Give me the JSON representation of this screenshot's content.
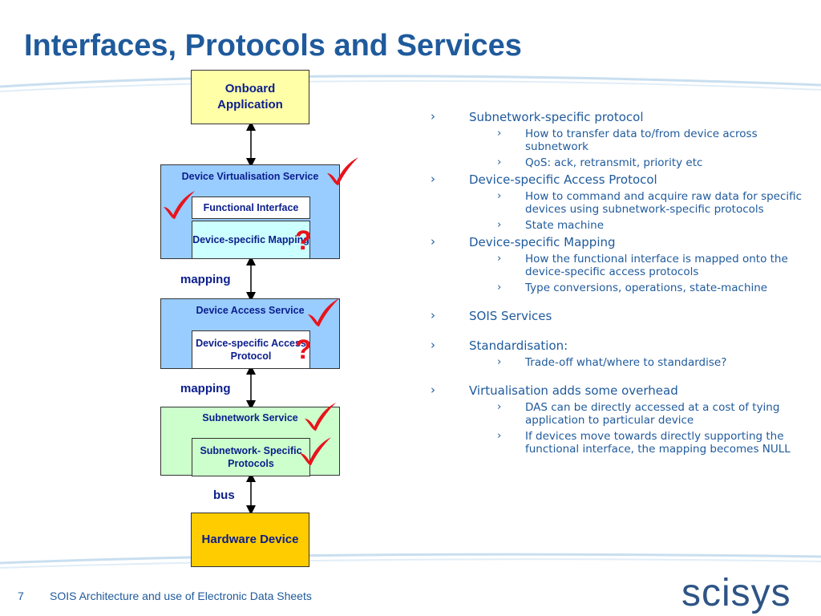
{
  "title": "Interfaces, Protocols and Services",
  "colors": {
    "title": "#1f5a9c",
    "diagram_text": "#0b1e8c",
    "service_blue": "#99ccff",
    "service_green": "#ccffcc",
    "onboard_yellow": "#ffffa8",
    "hardware_gold": "#ffcc00",
    "inner_cyan": "#ccffff",
    "check_red": "#e8131b"
  },
  "diagram": {
    "onboard_application": "Onboard Application",
    "device_virtualisation_service": {
      "title": "Device Virtualisation Service",
      "functional_interface": "Functional Interface",
      "device_specific_mapping": "Device-specific Mapping"
    },
    "mapping_label_1": "mapping",
    "device_access_service": {
      "title": "Device Access Service",
      "device_specific_access_protocol": "Device-specific Access Protocol"
    },
    "mapping_label_2": "mapping",
    "subnetwork_service": {
      "title": "Subnetwork Service",
      "subnetwork_specific_protocols": "Subnetwork- Specific Protocols"
    },
    "bus_label": "bus",
    "hardware_device": "Hardware Device",
    "question_mark": "?",
    "icons": [
      "check-mark-icon",
      "question-mark-icon",
      "arrow-up-down-icon"
    ]
  },
  "bullets": [
    {
      "text": "Subnetwork-specific protocol",
      "sub": [
        "How to transfer data to/from device across subnetwork",
        "QoS: ack, retransmit, priority etc"
      ]
    },
    {
      "text": "Device-specific Access Protocol",
      "sub": [
        "How to command and acquire raw data for specific devices using subnetwork-specific protocols",
        "State machine"
      ]
    },
    {
      "text": "Device-specific Mapping",
      "sub": [
        "How the functional interface is mapped onto the device-specific access protocols",
        "Type conversions, operations, state-machine"
      ]
    },
    {
      "text": "SOIS Services",
      "sub": []
    },
    {
      "text": "Standardisation:",
      "sub": [
        "Trade-off what/where to standardise?"
      ]
    },
    {
      "text": "Virtualisation adds some overhead",
      "sub": [
        "DAS can be directly accessed at a cost of tying application to particular device",
        "If devices move towards directly supporting the functional interface, the mapping becomes NULL"
      ]
    }
  ],
  "footer": {
    "page_number": "7",
    "text": "SOIS Architecture and use of Electronic Data Sheets",
    "logo": "scisys"
  }
}
